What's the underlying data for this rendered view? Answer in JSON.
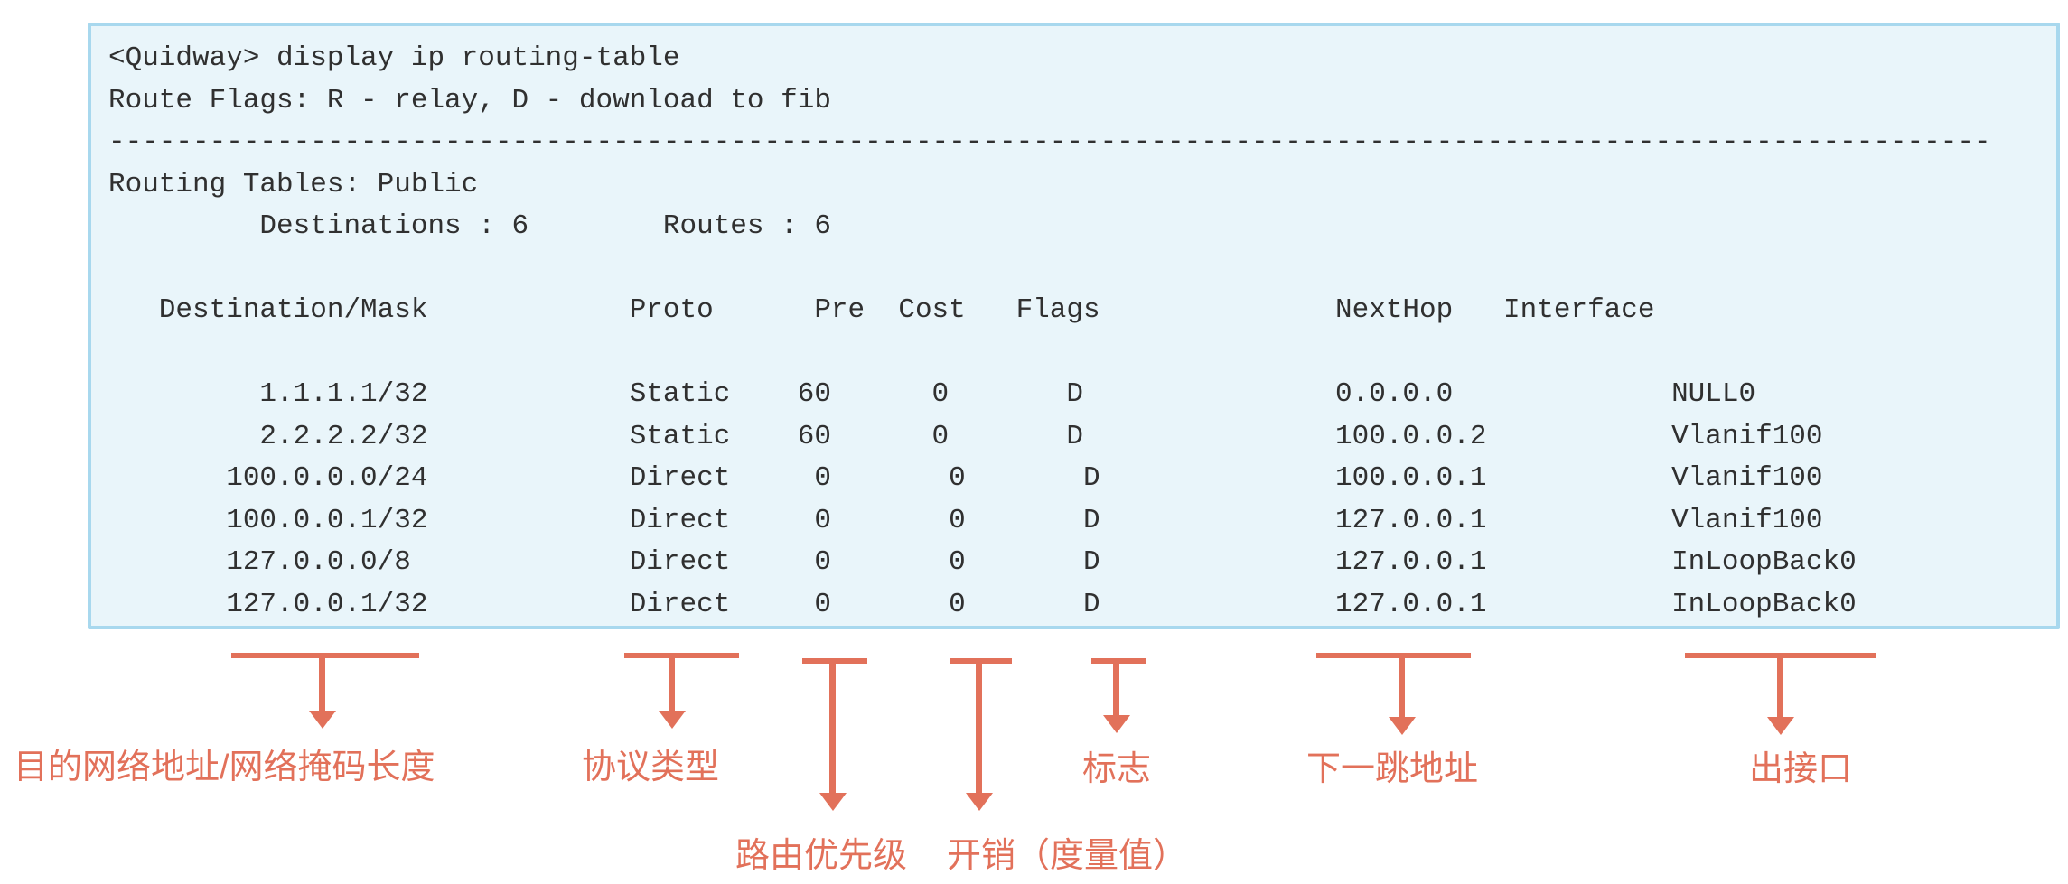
{
  "terminal": {
    "lines": [
      "<Quidway> display ip routing-table",
      "Route Flags: R - relay, D - download to fib",
      "----------------------------------------------------------------------------------------------------------------",
      "Routing Tables: Public",
      "         Destinations : 6        Routes : 6",
      "",
      "   Destination/Mask            Proto      Pre  Cost   Flags              NextHop   Interface",
      "",
      "         1.1.1.1/32            Static    60      0       D               0.0.0.0             NULL0",
      "         2.2.2.2/32            Static    60      0       D               100.0.0.2           Vlanif100",
      "       100.0.0.0/24            Direct     0       0       D              100.0.0.1           Vlanif100",
      "       100.0.0.1/32            Direct     0       0       D              127.0.0.1           Vlanif100",
      "       127.0.0.0/8             Direct     0       0       D              127.0.0.1           InLoopBack0",
      "       127.0.0.1/32            Direct     0       0       D              127.0.0.1           InLoopBack0"
    ]
  },
  "annotations": [
    {
      "label": "目的网络地址/网络掩码长度"
    },
    {
      "label": "协议类型"
    },
    {
      "label": "路由优先级"
    },
    {
      "label": "开销（度量值）"
    },
    {
      "label": "标志"
    },
    {
      "label": "下一跳地址"
    },
    {
      "label": "出接口"
    }
  ],
  "colors": {
    "page_bg": "#ffffff",
    "panel_bg": "#e9f5fa",
    "panel_border": "#a8d8ee",
    "text": "#303030",
    "accent": "#e2715a"
  }
}
